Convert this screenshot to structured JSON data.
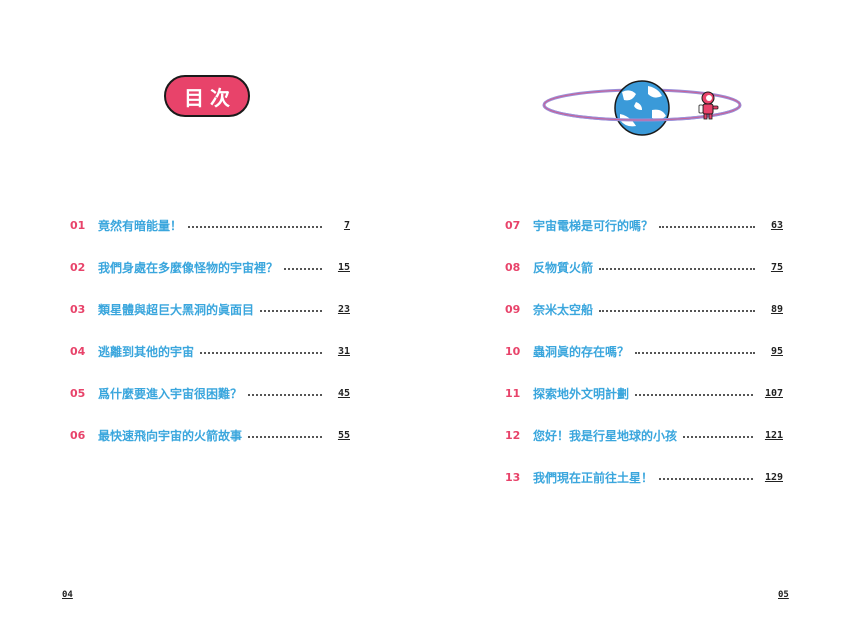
{
  "heading": {
    "label": "目次"
  },
  "left_entries": [
    {
      "num": "01",
      "title": "竟然有暗能量！",
      "page": "7"
    },
    {
      "num": "02",
      "title": "我們身處在多麼像怪物的宇宙裡？",
      "page": "15"
    },
    {
      "num": "03",
      "title": "類星體與超巨大黑洞的眞面目",
      "page": "23"
    },
    {
      "num": "04",
      "title": "逃離到其他的宇宙",
      "page": "31"
    },
    {
      "num": "05",
      "title": "爲什麼要進入宇宙很困難？",
      "page": "45"
    },
    {
      "num": "06",
      "title": "最快速飛向宇宙的火箭故事",
      "page": "55"
    }
  ],
  "right_entries": [
    {
      "num": "07",
      "title": "宇宙電梯是可行的嗎？",
      "page": "63"
    },
    {
      "num": "08",
      "title": "反物質火箭",
      "page": "75"
    },
    {
      "num": "09",
      "title": "奈米太空船",
      "page": "89"
    },
    {
      "num": "10",
      "title": "蟲洞眞的存在嗎？",
      "page": "95"
    },
    {
      "num": "11",
      "title": "探索地外文明計劃",
      "page": "107"
    },
    {
      "num": "12",
      "title": "您好！我是行星地球的小孩",
      "page": "121"
    },
    {
      "num": "13",
      "title": "我們現在正前往土星！",
      "page": "129"
    }
  ],
  "folios": {
    "left": "04",
    "right": "05"
  },
  "colors": {
    "accent_pink": "#e8436a",
    "title_blue": "#3aa6dd",
    "planet_blue": "#3a9ad9"
  },
  "illustration": {
    "planet_icon": "planet-icon",
    "astronaut_icon": "astronaut-icon"
  }
}
